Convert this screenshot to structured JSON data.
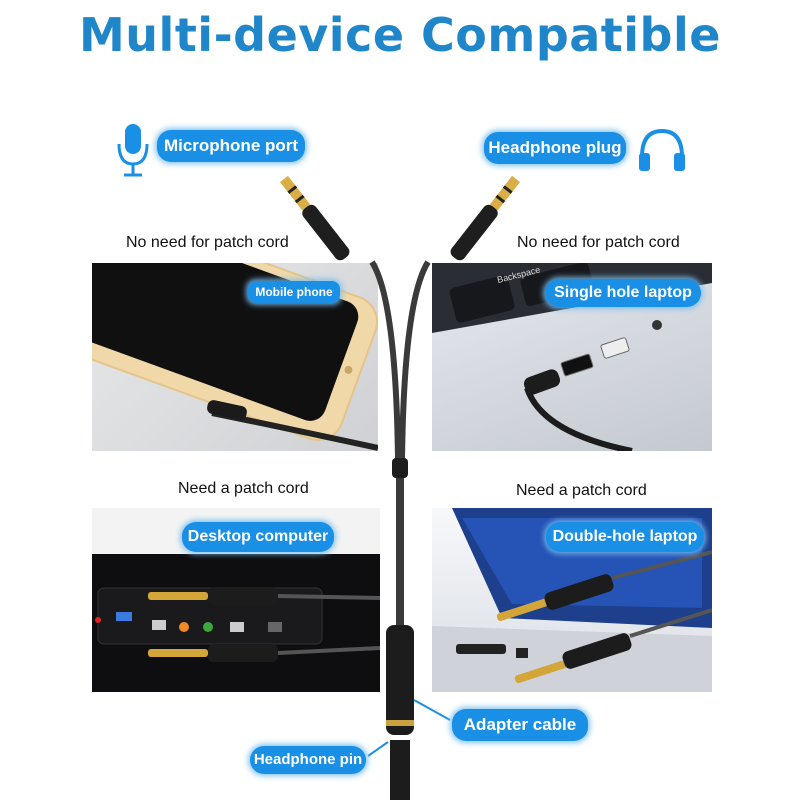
{
  "title": "Multi-device Compatible",
  "labels": {
    "microphone_port": "Microphone port",
    "headphone_plug": "Headphone plug",
    "mobile_phone": "Mobile phone",
    "single_hole_laptop": "Single hole laptop",
    "desktop_computer": "Desktop computer",
    "double_hole_laptop": "Double-hole laptop",
    "adapter_cable": "Adapter cable",
    "headphone_pin": "Headphone pin"
  },
  "captions": {
    "no_patch_left": "No need for patch cord",
    "no_patch_right": "No need for patch cord",
    "need_patch_left": "Need a patch cord",
    "need_patch_right": "Need a patch cord"
  },
  "keyboard_key": "Backspace",
  "icons": [
    "microphone-icon",
    "headphones-icon"
  ],
  "colors": {
    "title": "#1f86c9",
    "pill": "#1a8fe6",
    "icon": "#1a8fe6"
  }
}
